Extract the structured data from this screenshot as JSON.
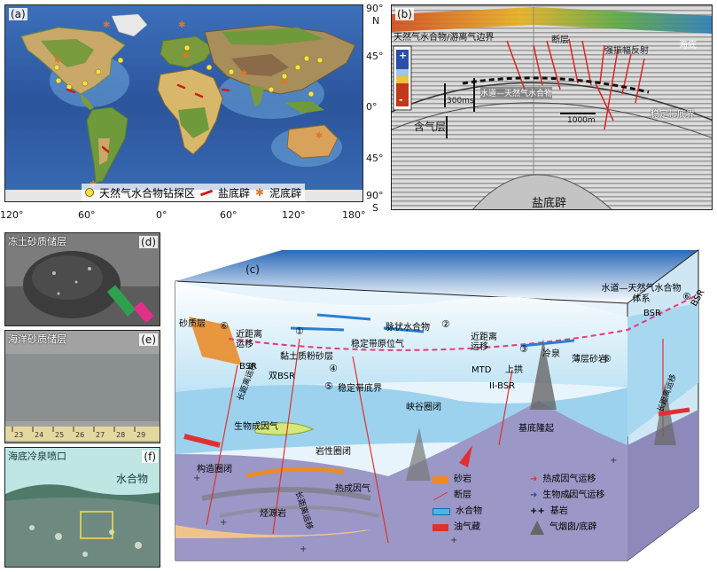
{
  "panel_a": {
    "label": "(a)",
    "x_ticks": [
      "120°",
      "60°",
      "0°",
      "60°",
      "120°",
      "180°"
    ],
    "y_ticks": [
      "90°",
      "N",
      "45°",
      "0°",
      "45°",
      "90°",
      "S"
    ],
    "legend": {
      "hydrate": "天然气水合物钻探区",
      "salt": "盐底辟",
      "mud": "泥底辟"
    }
  },
  "panel_b": {
    "label": "(b)",
    "texts": {
      "boundary": "天然气水合物/游离气边界",
      "fault": "断层",
      "reflection": "强振幅反射",
      "seafloor": "海底",
      "hydrate_layer": "水道—天然气水合物",
      "stable_bottom": "稳定带底界",
      "ms300": "300ms",
      "m1000": "1000m",
      "gas_layer": "含气层",
      "salt_diapir": "盐底辟"
    }
  },
  "panel_d": {
    "label": "(d)",
    "title": "冻土砂质储层"
  },
  "panel_e": {
    "label": "(e)",
    "title": "海洋砂质储层",
    "ruler": [
      "23",
      "24",
      "25",
      "26",
      "27",
      "28",
      "29"
    ]
  },
  "panel_f": {
    "label": "(f)",
    "title": "海底冷泉喷口",
    "hydrate": "水合物"
  },
  "panel_c": {
    "label": "(c)",
    "texts": {
      "sand_layer": "砂质层",
      "near_migration": "近距离运移",
      "bsr": "BSR",
      "clay_layer": "黏土质粉砂层",
      "double_bsr": "双BSR",
      "vein_hydrate": "脉状水合物",
      "stable_gas": "稳定带原位气",
      "stable_bottom": "稳定带底界",
      "near_migration2": "近距离运移",
      "cold_seep": "冷泉",
      "uplift": "上拱",
      "thin_sand": "薄层砂岩",
      "mtd": "MTD",
      "ii_bsr": "II-BSR",
      "gorge": "峡谷圈闭",
      "base_uplift": "基底隆起",
      "long_migration1": "长距离运移",
      "long_migration2": "长距离运移",
      "long_migration3": "长距离运移",
      "bio_gas": "生物成因气",
      "litho_trap": "岩性圈闭",
      "struct_trap": "构造圈闭",
      "thermo_gas": "热成因气",
      "source_rock": "烃源岩",
      "channel_hydrate": "水道—天然气水合物体系",
      "bsr2": "BSR",
      "bsr3": "BSR",
      "n1": "①",
      "n2": "②",
      "n3": "③",
      "n4": "④",
      "n5": "⑤",
      "n6": "⑥"
    },
    "legend": {
      "sandstone": "砂岩",
      "fault": "断层",
      "hydrate": "水合物",
      "oil_gas": "油气藏",
      "thermo_migration": "热成因气运移",
      "bio_migration": "生物成因气运移",
      "basement": "基岩",
      "chimney": "气烟囱/底辟"
    }
  },
  "colors": {
    "ocean_deep": "#2e5aa8",
    "ocean_shallow": "#6fa8dc",
    "land": "#c9a86a",
    "basement": "#9b97c6",
    "sediment": "#bfe3f5",
    "sandstone": "#e98d2a",
    "hydrate": "#4fb3e6",
    "oil_gas": "#e03030"
  }
}
